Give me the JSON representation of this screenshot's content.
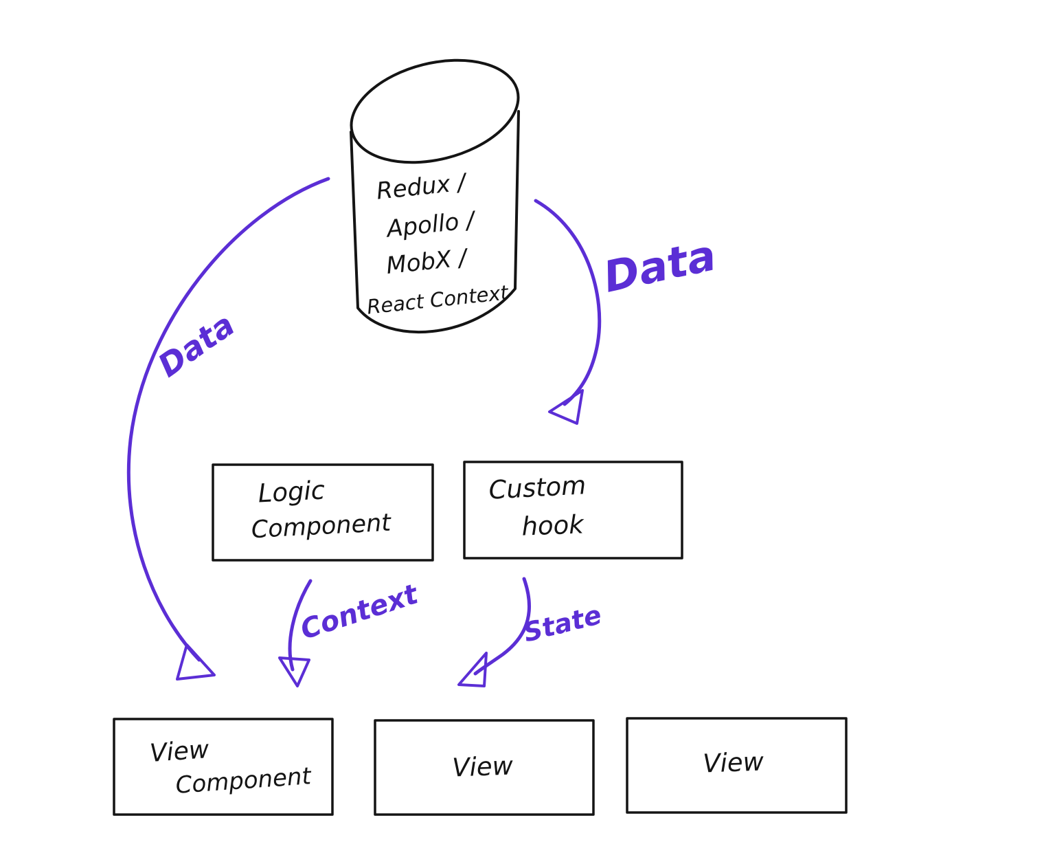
{
  "colors": {
    "ink": "#141414",
    "accent": "#5b2ed5",
    "background": "#ffffff"
  },
  "store": {
    "lines": [
      "Redux /",
      "Apollo /",
      "MobX /",
      "React Context"
    ]
  },
  "arrows": {
    "data_left": {
      "label": "Data"
    },
    "data_right": {
      "label": "Data"
    },
    "context": {
      "label": "Context"
    },
    "state": {
      "label": "State"
    }
  },
  "boxes": {
    "logic_component": {
      "lines": [
        "Logic",
        "Component"
      ]
    },
    "custom_hook": {
      "lines": [
        "Custom",
        "hook"
      ]
    },
    "view_component": {
      "lines": [
        "View",
        "Component"
      ]
    },
    "view_center": {
      "label": "View"
    },
    "view_right": {
      "label": "View"
    }
  }
}
